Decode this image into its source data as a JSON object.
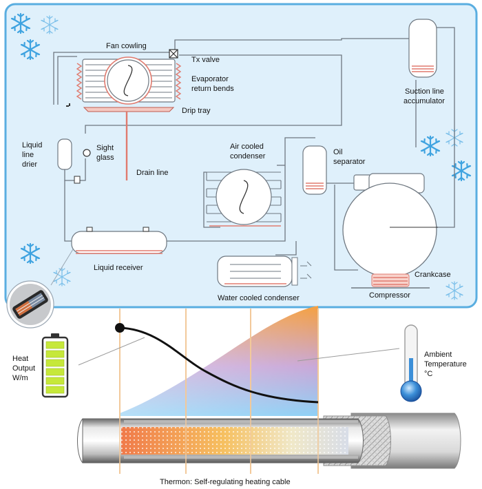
{
  "refrigeration": {
    "labels": {
      "fan_cowling": "Fan cowling",
      "tx_valve": "Tx valve",
      "evaporator_line1": "Evaporator",
      "evaporator_line2": "return bends",
      "drip_tray": "Drip tray",
      "drain_line": "Drain line",
      "suction_line1": "Suction line",
      "suction_line2": "accumulator",
      "liquid_line1": "Liquid",
      "liquid_line2": "line",
      "liquid_line3": "drier",
      "sight_glass1": "Sight",
      "sight_glass2": "glass",
      "air_condenser1": "Air cooled",
      "air_condenser2": "condenser",
      "oil_separator1": "Oil",
      "oil_separator2": "separator",
      "liquid_receiver": "Liquid receiver",
      "crankcase": "Crankcase",
      "compressor": "Compressor",
      "water_condenser": "Water cooled condenser"
    }
  },
  "cable": {
    "heat_output_line1": "Heat",
    "heat_output_line2": "Output",
    "heat_output_line3": "W/m",
    "ambient_line1": "Ambient",
    "ambient_line2": "Temperature",
    "ambient_line3": "°C",
    "caption": "Thermon: Self-regulating heating cable"
  },
  "colors": {
    "panel_fill": "#dff0fb",
    "panel_border": "#5aaee0",
    "snowflake": "#3fa3e0",
    "heat_trace": "#e07a6e",
    "battery_green": "#c6e83a",
    "gradient_hot": "#f5a040",
    "gradient_cold": "#9fd3f5"
  },
  "icons": [
    "snowflake-icon",
    "battery-icon",
    "thermometer-icon",
    "fan-icon"
  ]
}
